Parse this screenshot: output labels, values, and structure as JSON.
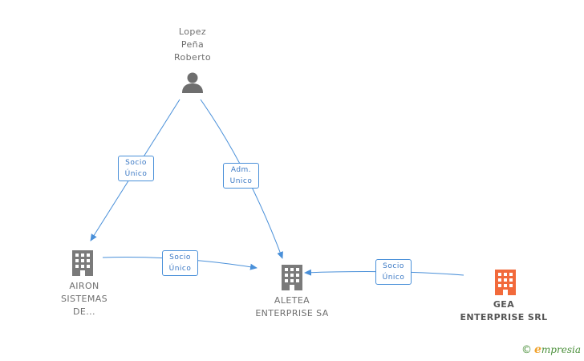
{
  "nodes": {
    "lopez": {
      "line1": "Lopez",
      "line2": "Peña",
      "line3": "Roberto",
      "icon": "person-icon"
    },
    "airon": {
      "line1": "AIRON",
      "line2": "SISTEMAS",
      "line3": "DE...",
      "icon": "building-icon"
    },
    "aletea": {
      "line1": "ALETEA",
      "line2": "ENTERPRISE SA",
      "icon": "building-icon"
    },
    "gea": {
      "line1": "GEA",
      "line2": "ENTERPRISE SRL",
      "icon": "building-icon"
    }
  },
  "edges": {
    "lopez_airon": {
      "line1": "Socio",
      "line2": "Único"
    },
    "lopez_aletea": {
      "line1": "Adm.",
      "line2": "Unico"
    },
    "airon_aletea": {
      "line1": "Socio",
      "line2": "Único"
    },
    "gea_aletea": {
      "line1": "Socio",
      "line2": "Único"
    }
  },
  "brand": {
    "copyright": "©",
    "e": "e",
    "rest": "mpresia"
  },
  "colors": {
    "edge": "#4a90d9",
    "node": "#7a7a7a",
    "highlight": "#f26a3b"
  }
}
